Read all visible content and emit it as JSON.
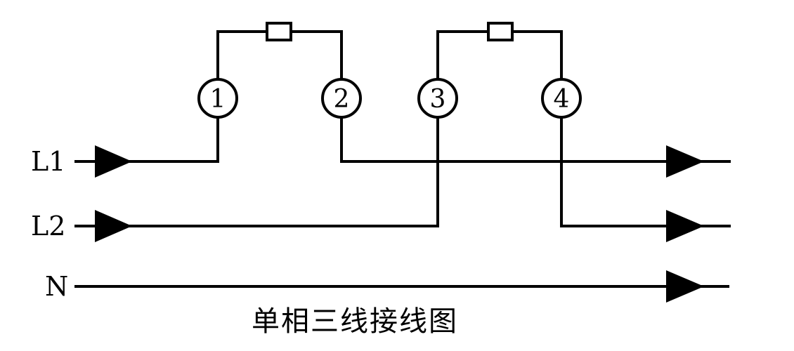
{
  "lines": {
    "l1": "L1",
    "l2": "L2",
    "n": "N"
  },
  "terminals": [
    "1",
    "2",
    "3",
    "4"
  ],
  "caption": "单相三线接线图"
}
